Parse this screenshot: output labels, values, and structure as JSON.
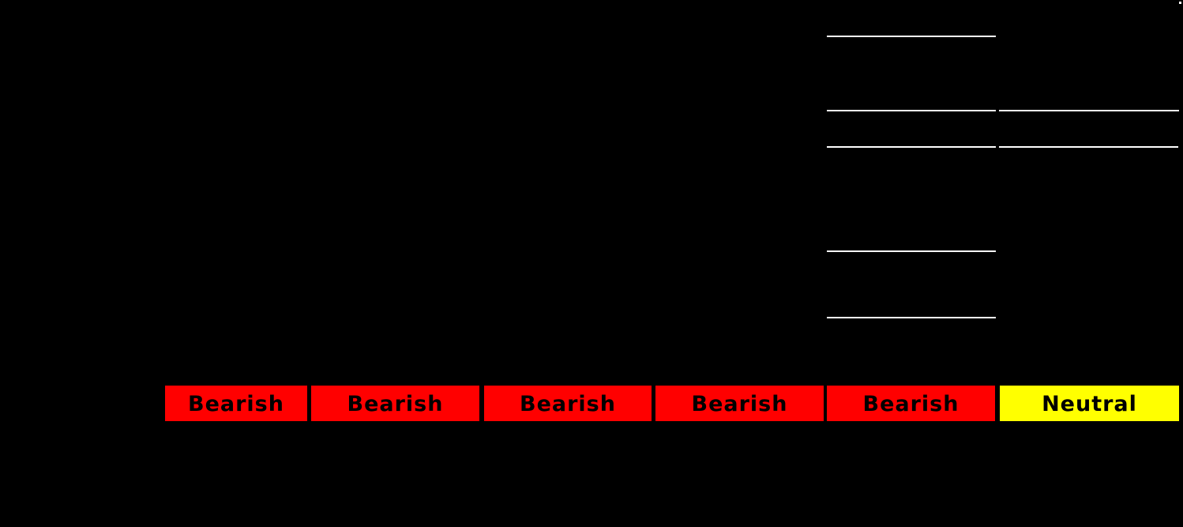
{
  "page": {
    "background_color": "#000000"
  },
  "colors": {
    "bearish_bg": "#FF0000",
    "neutral_bg": "#FFFF00",
    "cell_text": "#000000",
    "underline": "#FFFFFF"
  },
  "sentiment_row": {
    "cells": [
      {
        "label": "Bearish",
        "status": "bearish",
        "bg_color": "#FF0000",
        "text_color": "#000000"
      },
      {
        "label": "Bearish",
        "status": "bearish",
        "bg_color": "#FF0000",
        "text_color": "#000000"
      },
      {
        "label": "Bearish",
        "status": "bearish",
        "bg_color": "#FF0000",
        "text_color": "#000000"
      },
      {
        "label": "Bearish",
        "status": "bearish",
        "bg_color": "#FF0000",
        "text_color": "#000000"
      },
      {
        "label": "Bearish",
        "status": "bearish",
        "bg_color": "#FF0000",
        "text_color": "#000000"
      },
      {
        "label": "Neutral",
        "status": "neutral",
        "bg_color": "#FFFF00",
        "text_color": "#000000"
      }
    ]
  }
}
